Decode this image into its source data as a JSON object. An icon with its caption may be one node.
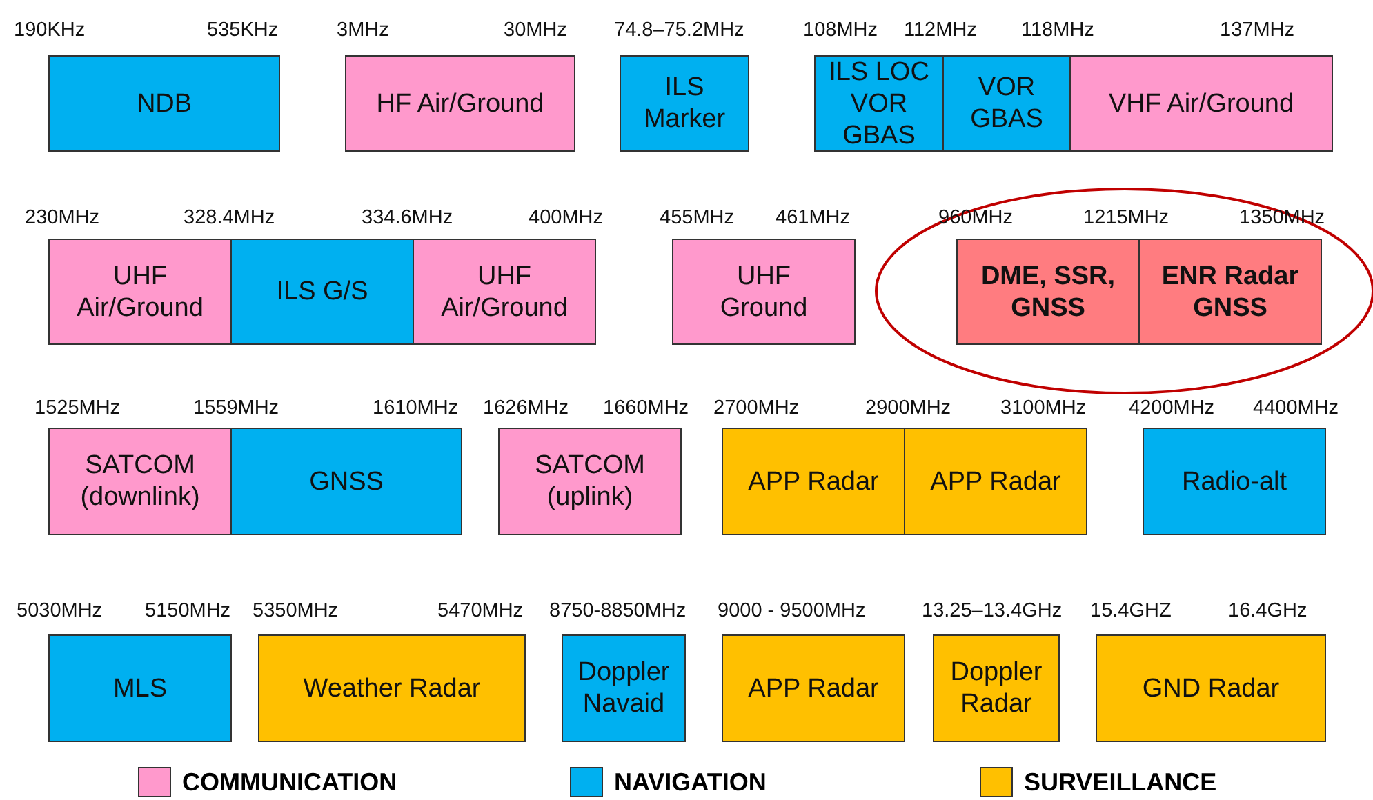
{
  "diagram": {
    "nodes": [
      {
        "text": [
          "NDB"
        ]
      },
      {
        "text": [
          "HF Air/Ground"
        ]
      },
      {
        "text": [
          "ILS Marker"
        ]
      },
      {
        "text": [
          "ILS LOC VOR GBAS"
        ]
      },
      {
        "text": [
          "VOR GBAS"
        ]
      },
      {
        "text": [
          "VHF Air/Ground"
        ]
      },
      {
        "text": [
          "UHF Air/Ground"
        ]
      },
      {
        "text": [
          "ILS G/S"
        ]
      },
      {
        "text": [
          "UHF Air/Ground"
        ]
      },
      {
        "text": [
          "UHF Ground"
        ]
      },
      {
        "text": [
          "DME, SSR, GNSS"
        ]
      },
      {
        "text": [
          "ENR Radar GNSS"
        ]
      },
      {
        "text": [
          "SATCOM (downlink)"
        ]
      },
      {
        "text": [
          "GNSS"
        ]
      },
      {
        "text": [
          "SATCOM (uplink)"
        ]
      },
      {
        "text": [
          "APP Radar"
        ]
      },
      {
        "text": [
          "APP Radar"
        ]
      },
      {
        "text": [
          "Radio-alt"
        ]
      },
      {
        "text": [
          "MLS"
        ]
      },
      {
        "text": [
          "Weather Radar"
        ]
      },
      {
        "text": [
          "Doppler Navaid"
        ]
      },
      {
        "text": [
          "APP Radar"
        ]
      },
      {
        "text": [
          "Doppler Radar"
        ]
      },
      {
        "text": [
          "GND Radar"
        ]
      }
    ],
    "edges": [],
    "labels": [
      "190KHz",
      "535KHz",
      "3MHz",
      "30MHz",
      "74.8–75.2MHz",
      "108MHz",
      "112MHz",
      "118MHz",
      "137MHz",
      "230MHz",
      "328.4MHz",
      "334.6MHz",
      "400MHz",
      "455MHz",
      "461MHz",
      "960MHz",
      "1215MHz",
      "1350MHz",
      "1525MHz",
      "1559MHz",
      "1610MHz",
      "1626MHz",
      "1660MHz",
      "2700MHz",
      "2900MHz",
      "3100MHz",
      "4200MHz",
      "4400MHz",
      "5030MHz",
      "5150MHz",
      "5350MHz",
      "5470MHz",
      "8750-8850MHz",
      "9000 - 9500MHz",
      "13.25–13.4GHz",
      "15.4GHZ",
      "16.4GHz"
    ],
    "legend": [
      {
        "text": "COMMUNICATION",
        "color": "#ff99cc"
      },
      {
        "text": "NAVIGATION",
        "color": "#00b0f0"
      },
      {
        "text": "SURVEILLANCE",
        "color": "#ffc000"
      }
    ]
  }
}
